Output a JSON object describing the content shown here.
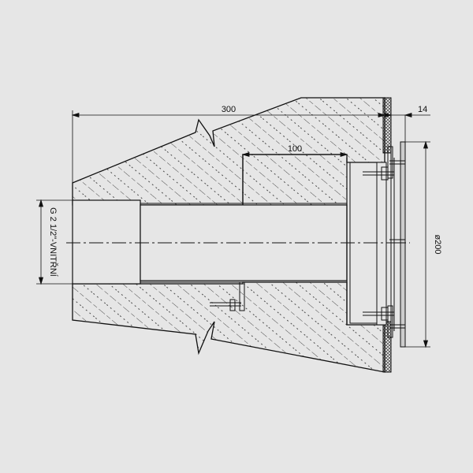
{
  "drawing": {
    "background_color": "#e6e6e6",
    "line_color": "#111111",
    "dimensions": {
      "overall_length": "300",
      "recess_length": "100",
      "flange_thickness": "14",
      "flange_diameter": "ø200",
      "thread_spec": "G 2 1/2\"-VNITŘNÍ"
    }
  }
}
